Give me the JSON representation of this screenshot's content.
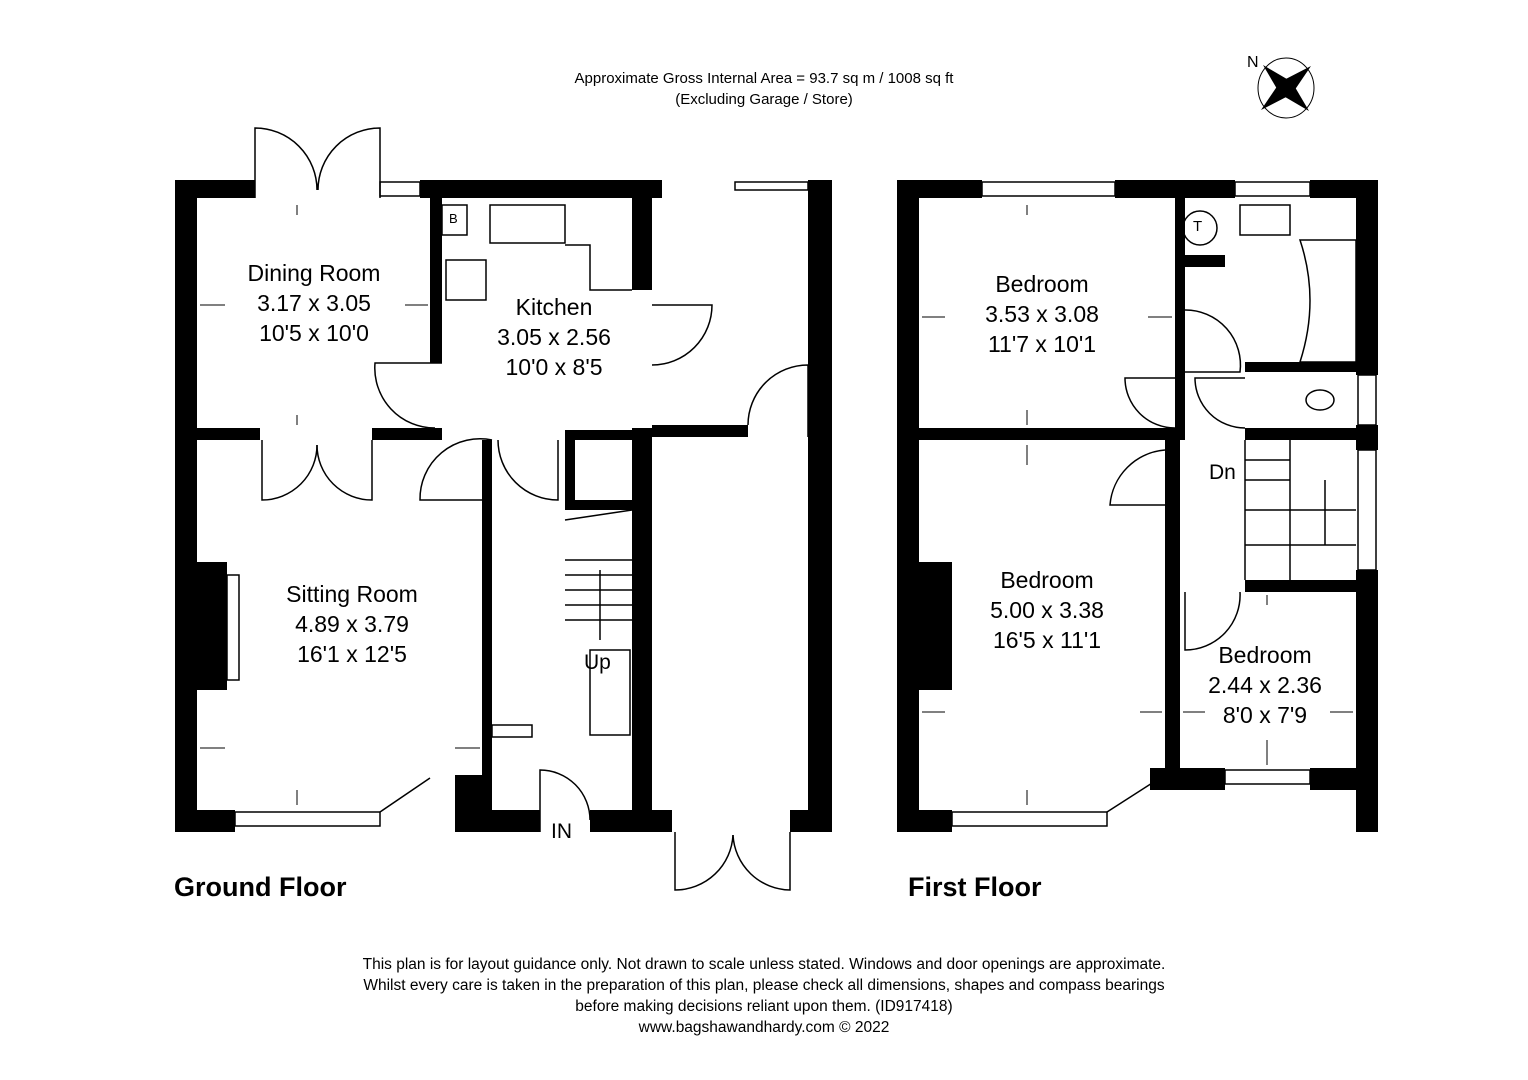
{
  "header": {
    "line1": "Approximate Gross Internal Area = 93.7 sq m / 1008 sq ft",
    "line2": "(Excluding Garage / Store)"
  },
  "compass": {
    "label": "N"
  },
  "ground_floor": {
    "title": "Ground Floor",
    "rooms": [
      {
        "name": "Dining Room",
        "metric": "3.17 x 3.05",
        "imperial": "10'5 x 10'0"
      },
      {
        "name": "Kitchen",
        "metric": "3.05 x 2.56",
        "imperial": "10'0 x 8'5"
      },
      {
        "name": "Sitting Room",
        "metric": "4.89 x 3.79",
        "imperial": "16'1 x 12'5"
      }
    ],
    "labels": {
      "boiler": "B",
      "stairs": "Up",
      "entrance": "IN"
    }
  },
  "first_floor": {
    "title": "First Floor",
    "rooms": [
      {
        "name": "Bedroom",
        "metric": "3.53 x 3.08",
        "imperial": "11'7 x 10'1"
      },
      {
        "name": "Bedroom",
        "metric": "5.00 x 3.38",
        "imperial": "16'5 x 11'1"
      },
      {
        "name": "Bedroom",
        "metric": "2.44 x 2.36",
        "imperial": "8'0 x 7'9"
      }
    ],
    "labels": {
      "tank": "T",
      "stairs": "Dn"
    }
  },
  "footer": {
    "line1": "This plan is for layout guidance only. Not drawn to scale unless stated. Windows and door openings are approximate.",
    "line2": "Whilst every care is taken in the preparation of this plan, please check all dimensions, shapes and compass bearings",
    "line3": "before making decisions reliant upon them. (ID917418)",
    "line4": "www.bagshawandhardy.com © 2022"
  }
}
